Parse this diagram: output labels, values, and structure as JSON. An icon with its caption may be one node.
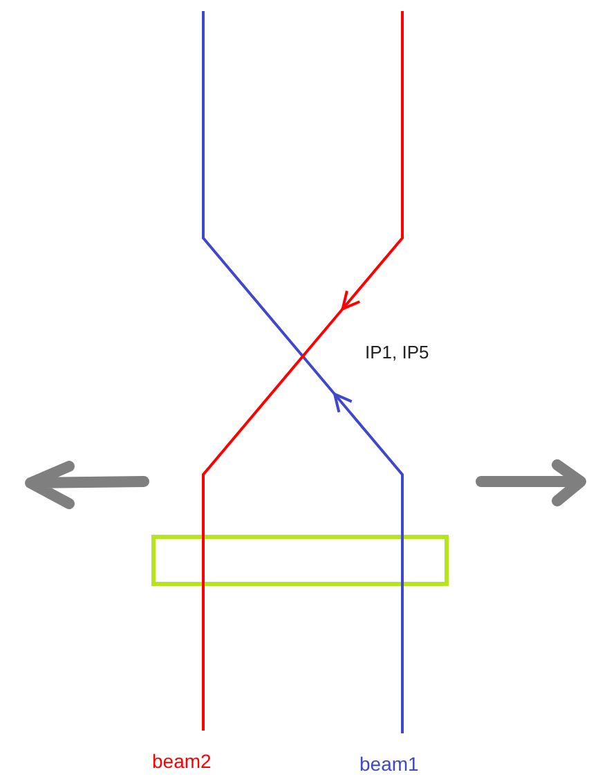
{
  "diagram": {
    "labels": [
      "IP1, IP5",
      "beam2",
      "beam1"
    ]
  }
}
